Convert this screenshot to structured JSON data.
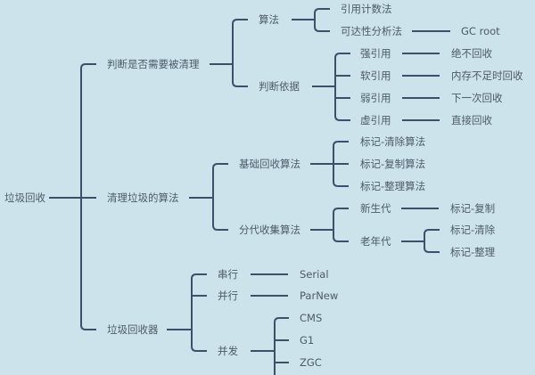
{
  "root": "垃圾回收",
  "judge": {
    "label": "判断是否需要被清理",
    "algorithm": {
      "label": "算法",
      "items": [
        "引用计数法",
        "可达性分析法"
      ],
      "gc_root": "GC root"
    },
    "basis": {
      "label": "判断依据",
      "items": [
        {
          "ref": "强引用",
          "result": "绝不回收"
        },
        {
          "ref": "软引用",
          "result": "内存不足时回收"
        },
        {
          "ref": "弱引用",
          "result": "下一次回收"
        },
        {
          "ref": "虚引用",
          "result": "直接回收"
        }
      ]
    }
  },
  "clean": {
    "label": "清理垃圾的算法",
    "basic": {
      "label": "基础回收算法",
      "items": [
        "标记-清除算法",
        "标记-复制算法",
        "标记-整理算法"
      ]
    },
    "generational": {
      "label": "分代收集算法",
      "young": {
        "label": "新生代",
        "result": "标记-复制"
      },
      "old": {
        "label": "老年代",
        "items": [
          "标记-清除",
          "标记-整理"
        ]
      }
    }
  },
  "collectors": {
    "label": "垃圾回收器",
    "serial": {
      "label": "串行",
      "item": "Serial"
    },
    "parallel": {
      "label": "并行",
      "item": "ParNew"
    },
    "concurrent": {
      "label": "并发",
      "items": [
        "CMS",
        "G1",
        "ZGC"
      ]
    }
  },
  "colors": {
    "background": "#cde3eb",
    "line": "#3d5068",
    "text": "#4b5a69"
  }
}
